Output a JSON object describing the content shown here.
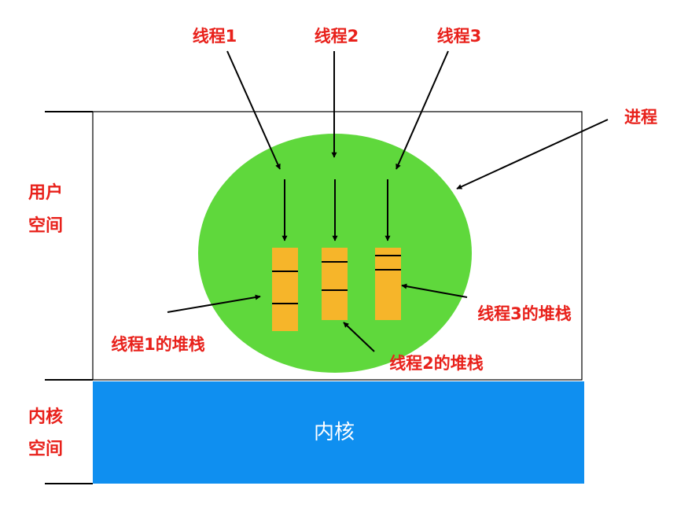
{
  "threads": [
    {
      "label": "线程1",
      "stack_label": "线程1的堆栈"
    },
    {
      "label": "线程2",
      "stack_label": "线程2的堆栈"
    },
    {
      "label": "线程3",
      "stack_label": "线程3的堆栈"
    }
  ],
  "process_label": "进程",
  "user_space_label": [
    "用户",
    "空间"
  ],
  "kernel_space_label": [
    "内核",
    "空间"
  ],
  "kernel_label": "内核",
  "colors": {
    "label": "#e8211b",
    "process": "#5fd83c",
    "stack": "#f6b52a",
    "kernel": "#0f8ff0",
    "kernel_text": "#ffffff",
    "line": "#000000"
  }
}
